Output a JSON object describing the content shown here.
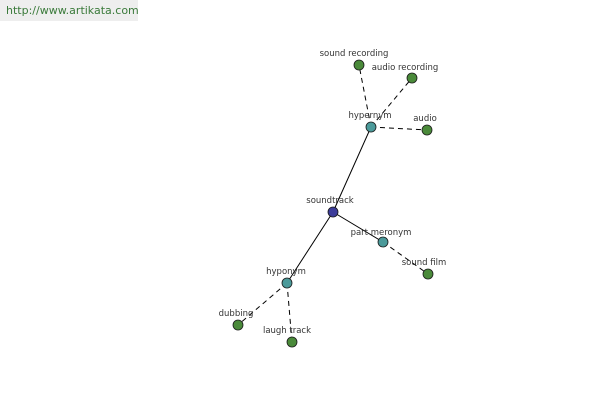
{
  "header": {
    "site_url": "http://www.artikata.com"
  },
  "graph": {
    "colors": {
      "center": "#3c3c9a",
      "relation": "#4b9a9a",
      "leaf": "#4a8a3a",
      "edge": "#000000"
    },
    "nodes": [
      {
        "id": "soundtrack",
        "label": "soundtrack",
        "kind": "center"
      },
      {
        "id": "hypernym",
        "label": "hypernym",
        "kind": "relation"
      },
      {
        "id": "part-meronym",
        "label": "part meronym",
        "kind": "relation"
      },
      {
        "id": "hyponym",
        "label": "hyponym",
        "kind": "relation"
      },
      {
        "id": "sound-recording",
        "label": "sound recording",
        "kind": "leaf"
      },
      {
        "id": "audio-recording",
        "label": "audio recording",
        "kind": "leaf"
      },
      {
        "id": "audio",
        "label": "audio",
        "kind": "leaf"
      },
      {
        "id": "sound-film",
        "label": "sound film",
        "kind": "leaf"
      },
      {
        "id": "dubbing",
        "label": "dubbing",
        "kind": "leaf"
      },
      {
        "id": "laugh-track",
        "label": "laugh track",
        "kind": "leaf"
      }
    ],
    "edges": [
      {
        "from": "soundtrack",
        "to": "hypernym",
        "style": "solid"
      },
      {
        "from": "soundtrack",
        "to": "part-meronym",
        "style": "solid"
      },
      {
        "from": "soundtrack",
        "to": "hyponym",
        "style": "solid"
      },
      {
        "from": "hypernym",
        "to": "sound-recording",
        "style": "dashed"
      },
      {
        "from": "hypernym",
        "to": "audio-recording",
        "style": "dashed"
      },
      {
        "from": "hypernym",
        "to": "audio",
        "style": "dashed"
      },
      {
        "from": "part-meronym",
        "to": "sound-film",
        "style": "dashed"
      },
      {
        "from": "hyponym",
        "to": "dubbing",
        "style": "dashed"
      },
      {
        "from": "hyponym",
        "to": "laugh-track",
        "style": "dashed"
      }
    ]
  }
}
